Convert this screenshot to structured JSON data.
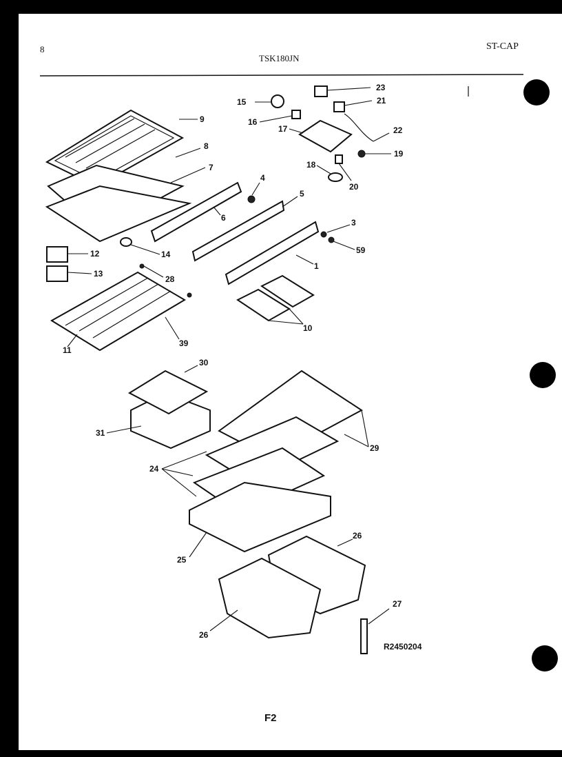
{
  "header": {
    "page_number": "8",
    "model": "TSK180JN",
    "series": "ST-CAP"
  },
  "diagram": {
    "drawing_code": "R2450204",
    "figure": "F2",
    "callouts": [
      "1",
      "3",
      "4",
      "5",
      "6",
      "7",
      "8",
      "9",
      "10",
      "11",
      "12",
      "13",
      "14",
      "15",
      "16",
      "17",
      "18",
      "19",
      "20",
      "21",
      "22",
      "23",
      "24",
      "25",
      "26",
      "26",
      "27",
      "28",
      "29",
      "30",
      "31",
      "39",
      "59"
    ]
  },
  "colors": {
    "ink": "#111111",
    "paper": "#ffffff",
    "border": "#000000"
  }
}
